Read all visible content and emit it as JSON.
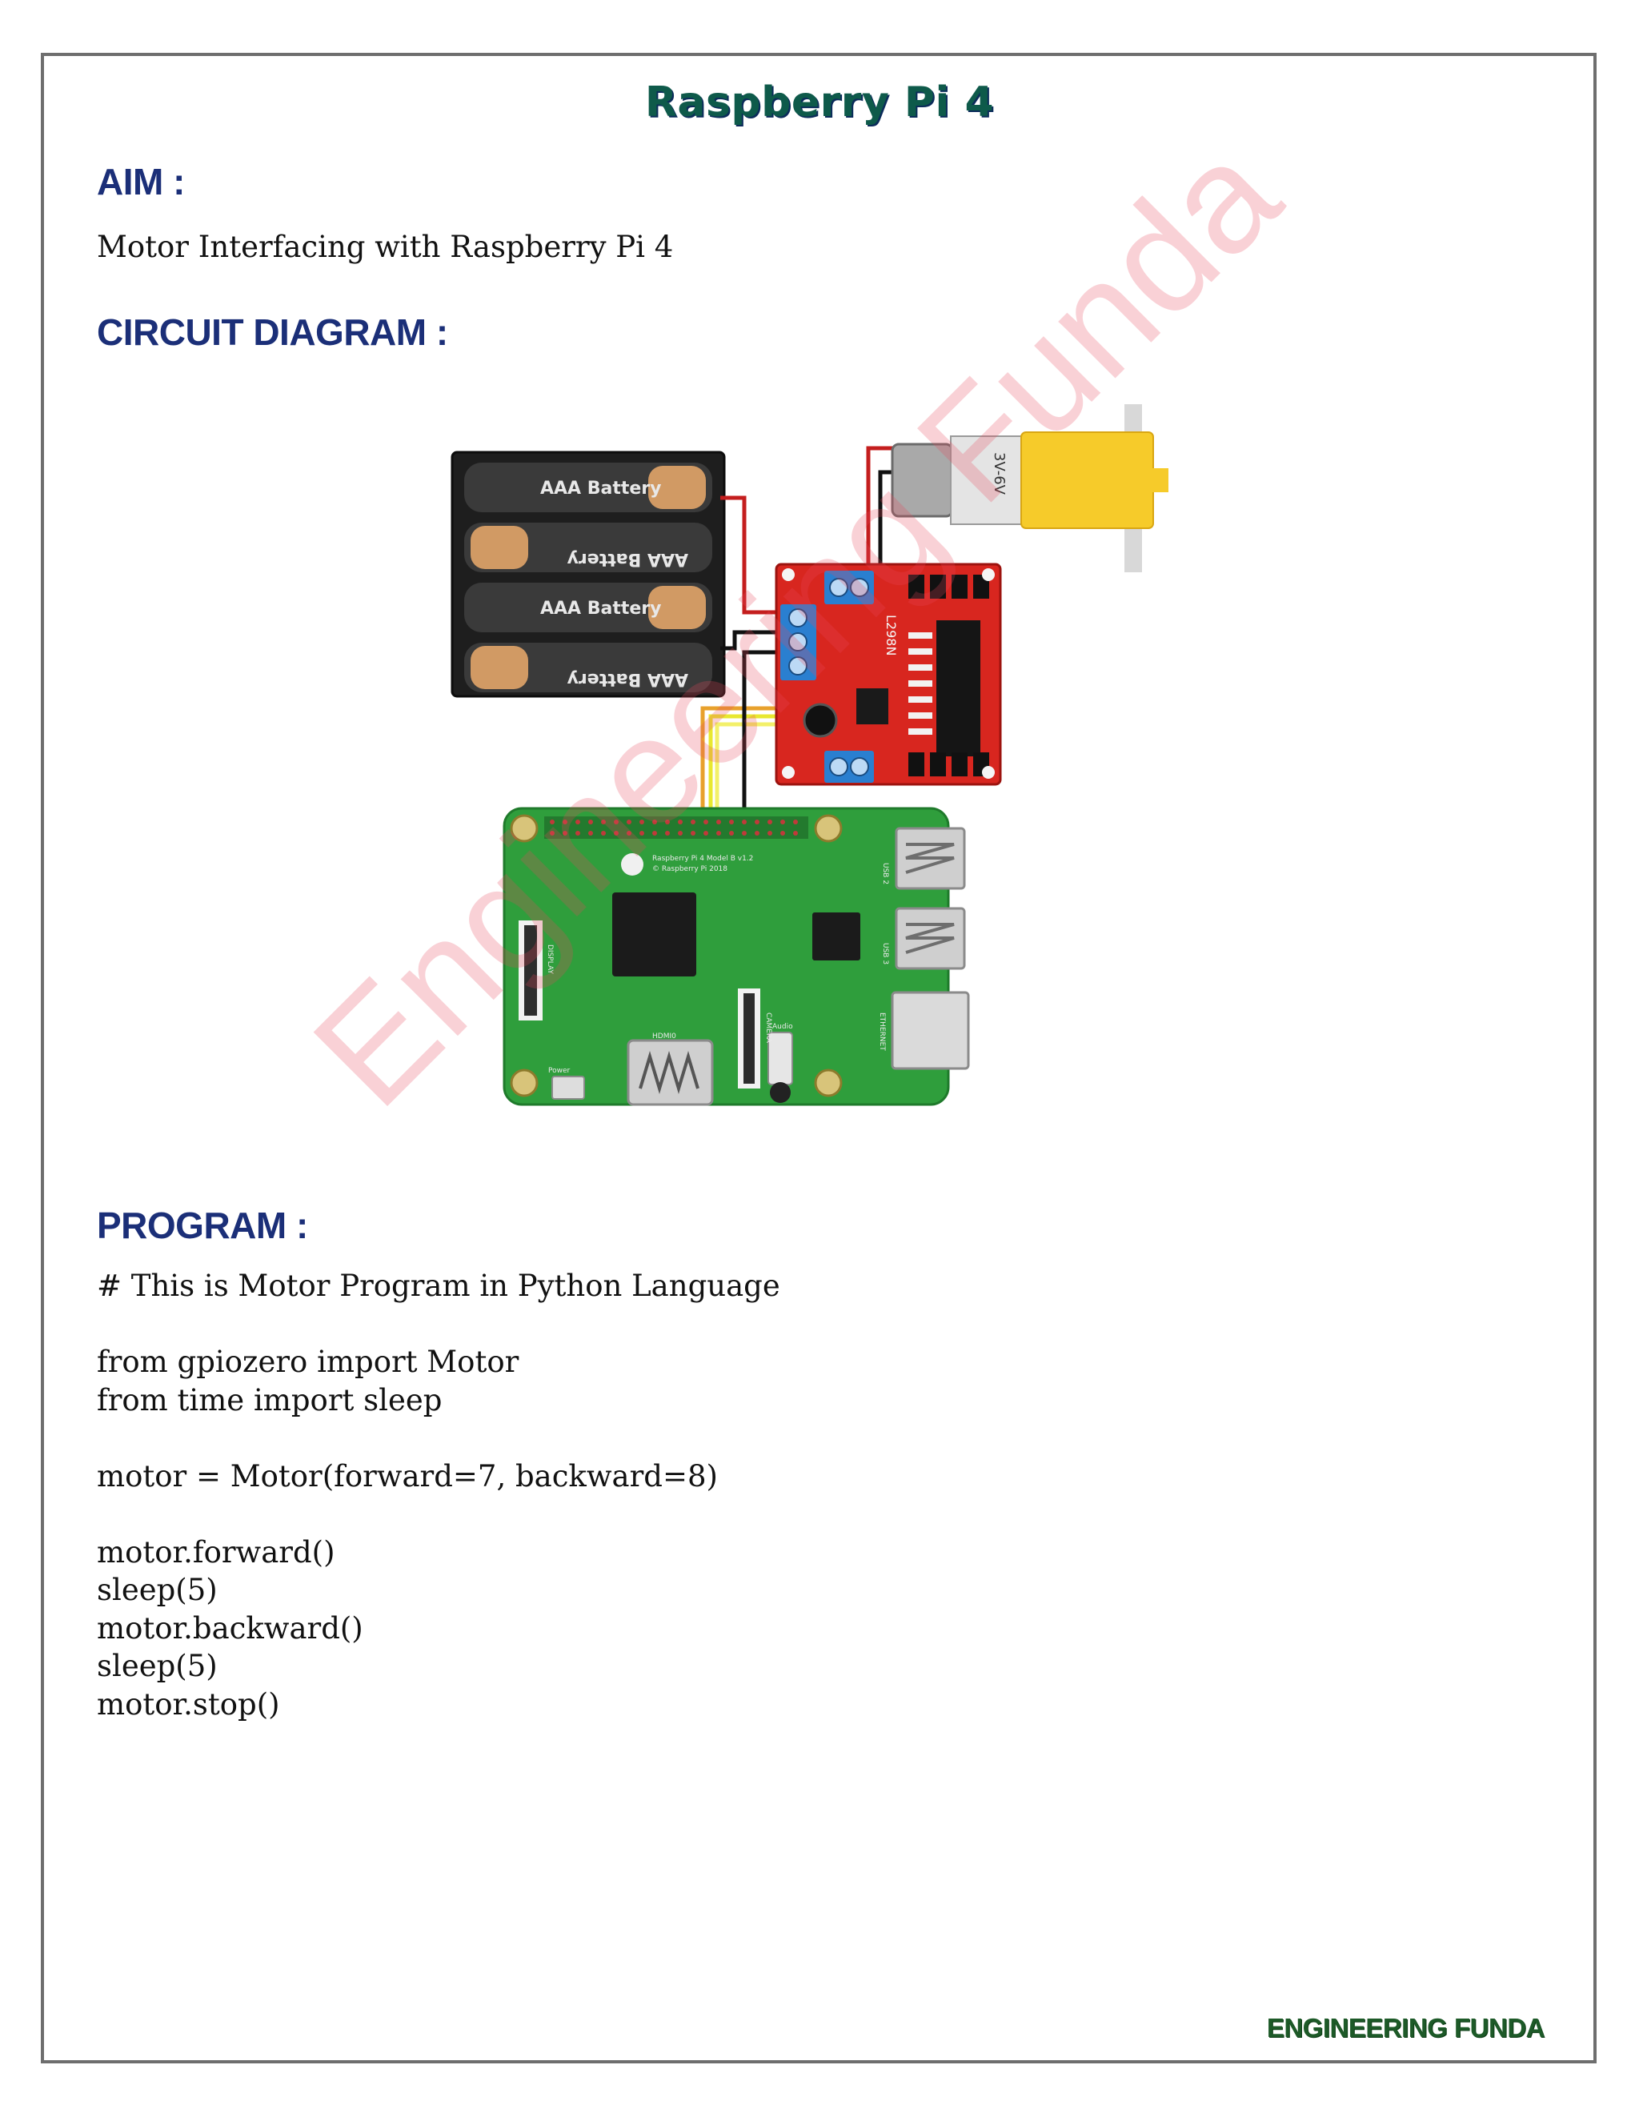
{
  "document": {
    "title": "Raspberry Pi 4",
    "aim_heading": "AIM :",
    "aim_text": "Motor Interfacing with Raspberry Pi 4",
    "circuit_heading": "CIRCUIT DIAGRAM :",
    "program_heading": "PROGRAM :",
    "program_lines": [
      "# This is Motor Program in Python Language",
      "",
      "from gpiozero import Motor",
      "from time import sleep",
      "",
      "motor = Motor(forward=7, backward=8)",
      "",
      "motor.forward()",
      "sleep(5)",
      "motor.backward()",
      "sleep(5)",
      "motor.stop()"
    ],
    "watermark": "Engineering Funda",
    "footer": "ENGINEERING FUNDA"
  },
  "diagram": {
    "battery_labels": [
      "AAA Battery",
      "AAA Battery",
      "AAA Battery",
      "AAA Battery"
    ],
    "motor_label": "3V-6V",
    "driver_label": "L298N",
    "pi_labels": {
      "model": "Raspberry Pi 4 Model B v1.2",
      "copyright": "© Raspberry Pi 2018",
      "usb2": "USB 2",
      "usb3": "USB 3",
      "ethernet": "ETHERNET",
      "power": "Power",
      "hdmi": "HDMI0",
      "audio": "Audio",
      "camera": "CAMERA",
      "display": "DISPLAY"
    },
    "colors": {
      "board_green": "#2f9e3c",
      "driver_red": "#d8261f",
      "motor_yellow": "#f6cb2a",
      "terminal_blue": "#2a7fd0"
    }
  }
}
